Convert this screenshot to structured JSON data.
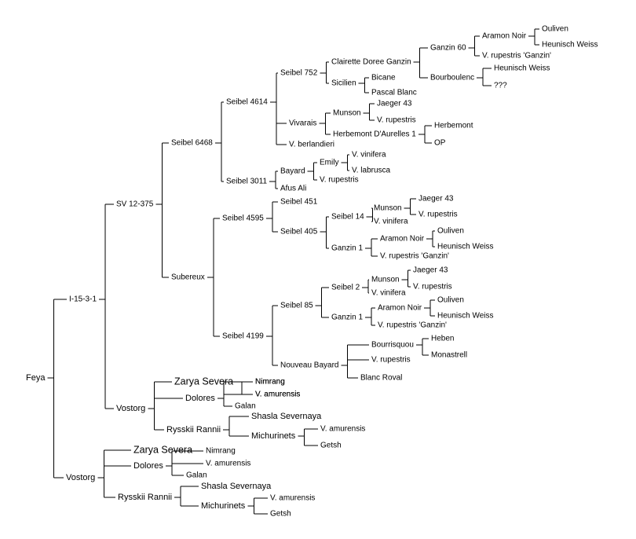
{
  "tree": {
    "name": "Feya",
    "children": [
      {
        "name": "I-15-3-1",
        "children": [
          {
            "name": "SV 12-375",
            "children": [
              {
                "name": "Seibel 6468",
                "children": [
                  {
                    "name": "Seibel 4614",
                    "children": [
                      {
                        "name": "Seibel 752",
                        "children": [
                          {
                            "name": "Clairette Doree Ganzin",
                            "children": [
                              {
                                "name": "Ganzin 60",
                                "children": [
                                  {
                                    "name": "Aramon Noir",
                                    "children": [
                                      {
                                        "name": "Ouliven"
                                      },
                                      {
                                        "name": "Heunisch Weiss"
                                      }
                                    ]
                                  },
                                  {
                                    "name": "V. rupestris 'Ganzin'"
                                  }
                                ]
                              },
                              {
                                "name": "Bourboulenc",
                                "children": [
                                  {
                                    "name": "Heunisch Weiss"
                                  },
                                  {
                                    "name": "???"
                                  }
                                ]
                              }
                            ]
                          },
                          {
                            "name": "Sicilien",
                            "children": [
                              {
                                "name": "Bicane"
                              },
                              {
                                "name": "Pascal Blanc"
                              }
                            ]
                          }
                        ]
                      },
                      {
                        "name": "Vivarais",
                        "children": [
                          {
                            "name": "Munson",
                            "children": [
                              {
                                "name": "Jaeger 43"
                              },
                              {
                                "name": "V. rupestris"
                              }
                            ]
                          },
                          {
                            "name": "Herbemont D'Aurelles 1",
                            "children": [
                              {
                                "name": "Herbemont"
                              },
                              {
                                "name": "OP"
                              }
                            ]
                          }
                        ]
                      },
                      {
                        "name": "V. berlandieri"
                      }
                    ]
                  },
                  {
                    "name": "Seibel 3011",
                    "children": [
                      {
                        "name": "Bayard",
                        "children": [
                          {
                            "name": "Emily",
                            "children": [
                              {
                                "name": "V. vinifera"
                              },
                              {
                                "name": "V. labrusca"
                              }
                            ]
                          },
                          {
                            "name": "V. rupestris"
                          }
                        ]
                      },
                      {
                        "name": "Afus Ali"
                      }
                    ]
                  }
                ]
              },
              {
                "name": "Subereux",
                "children": [
                  {
                    "name": "Seibel 4595",
                    "children": [
                      {
                        "name": "Seibel 451"
                      },
                      {
                        "name": "Seibel 405",
                        "children": [
                          {
                            "name": "Seibel 14",
                            "children": [
                              {
                                "name": "Munson",
                                "children": [
                                  {
                                    "name": "Jaeger 43"
                                  },
                                  {
                                    "name": "V. rupestris"
                                  }
                                ]
                              },
                              {
                                "name": "V. vinifera"
                              }
                            ]
                          },
                          {
                            "name": "Ganzin 1",
                            "children": [
                              {
                                "name": "Aramon Noir",
                                "children": [
                                  {
                                    "name": "Ouliven"
                                  },
                                  {
                                    "name": "Heunisch Weiss"
                                  }
                                ]
                              },
                              {
                                "name": "V. rupestris 'Ganzin'"
                              }
                            ]
                          }
                        ]
                      }
                    ]
                  },
                  {
                    "name": "Seibel 4199",
                    "children": [
                      {
                        "name": "Seibel 85",
                        "children": [
                          {
                            "name": "Seibel 2",
                            "children": [
                              {
                                "name": "Munson",
                                "children": [
                                  {
                                    "name": "Jaeger 43"
                                  },
                                  {
                                    "name": "V. rupestris"
                                  }
                                ]
                              },
                              {
                                "name": "V. vinifera"
                              }
                            ]
                          },
                          {
                            "name": "Ganzin 1",
                            "children": [
                              {
                                "name": "Aramon Noir",
                                "children": [
                                  {
                                    "name": "Ouliven"
                                  },
                                  {
                                    "name": "Heunisch Weiss"
                                  }
                                ]
                              },
                              {
                                "name": "V. rupestris 'Ganzin'"
                              }
                            ]
                          }
                        ]
                      },
                      {
                        "name": "Nouveau Bayard",
                        "children": [
                          {
                            "name": "Bourrisquou",
                            "children": [
                              {
                                "name": "Heben"
                              },
                              {
                                "name": "Monastrell"
                              }
                            ]
                          },
                          {
                            "name": "V. rupestris"
                          },
                          {
                            "name": "Blanc Roval"
                          }
                        ]
                      }
                    ]
                  }
                ]
              }
            ]
          },
          {
            "name": "Vostorg",
            "children": [
              {
                "name": "Zarya Severa",
                "children": [
                  {
                    "name": "Nimrang"
                  },
                  {
                    "name": "V. amurensis"
                  }
                ]
              },
              {
                "name": "Dolores",
                "children": [
                  {
                    "name": "Nimrang"
                  },
                  {
                    "name": "V. amurensis"
                  },
                  {
                    "name": "Galan"
                  }
                ]
              },
              {
                "name": "Rysskii Rannii",
                "children": [
                  {
                    "name": "Shasla Severnaya"
                  },
                  {
                    "name": "Michurinets",
                    "children": [
                      {
                        "name": "V. amurensis"
                      },
                      {
                        "name": "Getsh"
                      }
                    ]
                  }
                ]
              }
            ]
          }
        ]
      },
      {
        "name": "Vostorg",
        "children": [
          {
            "name": "Zarya Severa"
          },
          {
            "name": "Dolores",
            "children": [
              {
                "name": "Nimrang"
              },
              {
                "name": "V. amurensis"
              },
              {
                "name": "Galan"
              }
            ]
          },
          {
            "name": "Rysskii Rannii",
            "children": [
              {
                "name": "Shasla Severnaya"
              },
              {
                "name": "Michurinets",
                "children": [
                  {
                    "name": "V. amurensis"
                  },
                  {
                    "name": "Getsh"
                  }
                ]
              }
            ]
          }
        ]
      }
    ]
  }
}
